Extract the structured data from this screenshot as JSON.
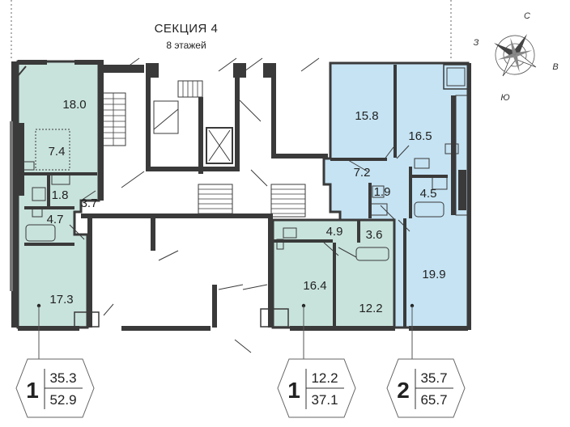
{
  "header": {
    "title": "СЕКЦИЯ  4",
    "floors": "8 этажей"
  },
  "compass": {
    "north": "С",
    "east": "В",
    "south": "Ю",
    "west": "З"
  },
  "colors": {
    "green_unit": "#c8e3dc",
    "blue_unit": "#c5e3f3",
    "wall": "#3a3a3a"
  },
  "rooms": {
    "west": [
      "18.0",
      "7.4",
      "1.8",
      "3.7",
      "4.7",
      "17.3"
    ],
    "middle": [
      "4.9",
      "3.6",
      "16.4",
      "12.2"
    ],
    "east": [
      "15.8",
      "16.5",
      "7.2",
      "1.9",
      "4.5",
      "19.9"
    ]
  },
  "badges": [
    {
      "rooms": "1",
      "living": "35.3",
      "total": "52.9"
    },
    {
      "rooms": "1",
      "living": "12.2",
      "total": "37.1"
    },
    {
      "rooms": "2",
      "living": "35.7",
      "total": "65.7"
    }
  ]
}
